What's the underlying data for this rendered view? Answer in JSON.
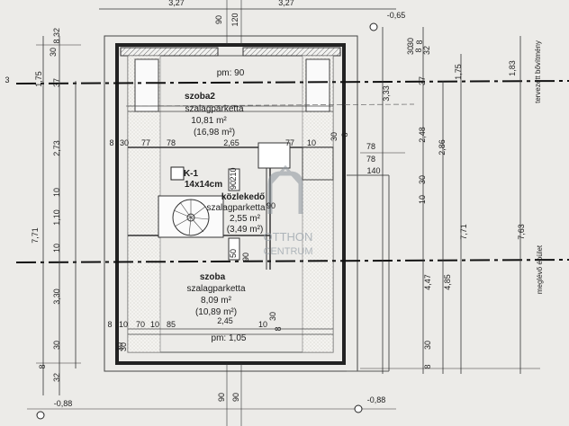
{
  "top_dims": [
    "3,27",
    "90",
    "120",
    "3,27",
    "-0,65",
    "30",
    "8",
    "32"
  ],
  "bottom_dims": [
    "-0,88",
    "90",
    "90",
    "-0,88"
  ],
  "left_dims": [
    "8",
    "32",
    "30",
    "1,75",
    "37",
    "2,73",
    "10",
    "1,10",
    "10",
    "7,71",
    "3,30",
    "30",
    "8",
    "32",
    "3"
  ],
  "right_dims": [
    "30",
    "8",
    "1,75",
    "1,83",
    "37",
    "3,33",
    "2,48",
    "2,86",
    "30",
    "10",
    "7,71",
    "7,63",
    "4,47",
    "4,85",
    "30",
    "8"
  ],
  "right_labels": {
    "extension": "tervezett bővítmény",
    "existing": "meglévő épület"
  },
  "inner_dims": [
    "8",
    "30",
    "77",
    "78",
    "2,65",
    "77",
    "10",
    "78",
    "30",
    "8",
    "78",
    "140",
    "210",
    "90",
    "50",
    "90",
    "90",
    "8",
    "10",
    "70",
    "10",
    "85",
    "2,45",
    "10",
    "30",
    "8",
    "30",
    "30"
  ],
  "rooms": {
    "pm_top": "pm: 90",
    "szoba2": {
      "name": "szoba2",
      "floor": "szalagparketta",
      "area": "10,81 m²",
      "area2": "(16,98 m²)"
    },
    "kozlekedo": {
      "name": "közlekedő",
      "floor": "szalagparketta",
      "area": "2,55 m²",
      "area2": "(3,49 m²)"
    },
    "szoba": {
      "name": "szoba",
      "floor": "szalagparketta",
      "area": "8,09 m²",
      "area2": "(10,89 m²)"
    },
    "pm_bottom": "pm: 1,05",
    "k1": "K-1",
    "k1_size": "14x14cm"
  },
  "watermark": {
    "line1": "OTTHON",
    "line2": "CENTRUM"
  }
}
